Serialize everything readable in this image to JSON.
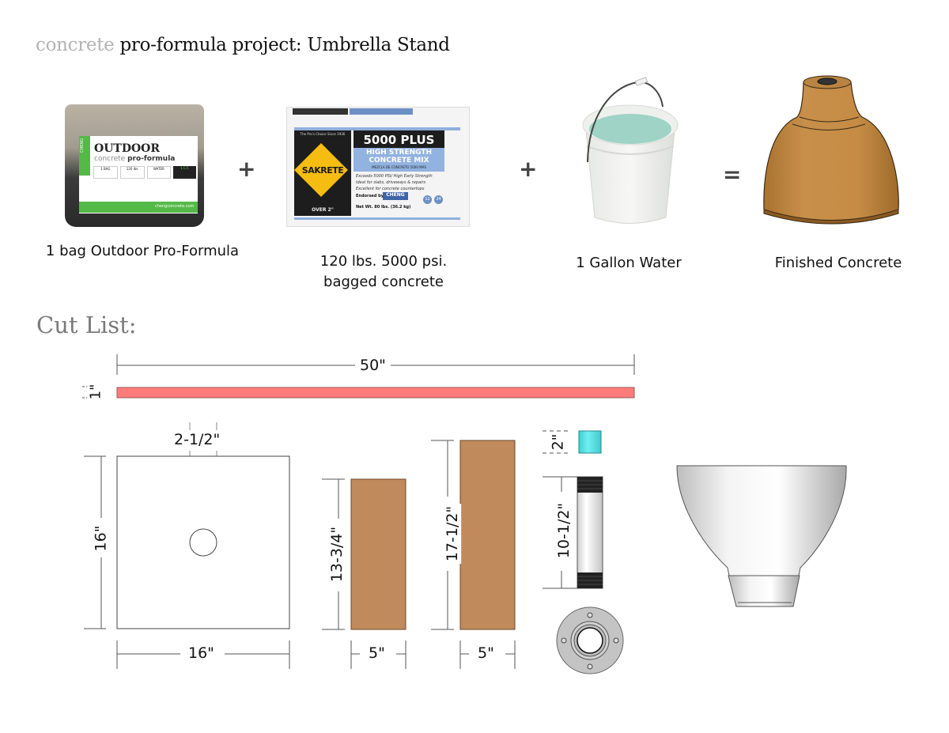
{
  "header": {
    "title_prefix": "concrete",
    "title_main": "pro-formula project:  Umbrella Stand"
  },
  "equation": {
    "items": [
      {
        "name": "outdoor-pro-formula-bag",
        "caption_line1": "1 bag Outdoor Pro-Formula",
        "caption_line2": "",
        "product_text": {
          "brand_side": "CHENG",
          "title": "OUTDOOR",
          "subtitle_muted": "concrete",
          "subtitle": "pro-formula",
          "url": "chengconcrete.com",
          "boxes": [
            "1 BAG",
            "120 lbs",
            "WATER",
            "1 C.F."
          ]
        }
      },
      {
        "name": "bagged-concrete",
        "caption_line1": "120 lbs. 5000 psi.",
        "caption_line2": "bagged concrete",
        "product_text": {
          "tag": "The Pro's Choice Since 1936",
          "brand": "SAKRETE",
          "title": "5000 PLUS",
          "subtitle1": "HIGH STRENGTH",
          "subtitle2": "CONCRETE MIX",
          "spanish": "MEZCLA DE CONCRETO 5000 MÁS",
          "bullets": [
            "Exceeds 5000 PSI/ High Early Strength",
            "Ideal for slabs, driveways & repairs",
            "Excellent for concrete countertops"
          ],
          "endorsed": "Endorsed by",
          "endorser": "CHENG",
          "weight": "Net Wt. 80 lbs. (36.2 kg)",
          "footer": "OVER 2\"",
          "badges": [
            "12",
            "24"
          ]
        }
      },
      {
        "name": "water-bucket",
        "caption_line1": "1 Gallon Water",
        "caption_line2": ""
      },
      {
        "name": "finished-concrete",
        "caption_line1": "Finished Concrete",
        "caption_line2": ""
      }
    ],
    "operators": [
      "+",
      "+",
      "="
    ]
  },
  "cut_list": {
    "heading": "Cut List:",
    "strip": {
      "length": "50\"",
      "width": "1\"",
      "color": "#ff7b7b"
    },
    "base_board": {
      "width": "16\"",
      "height": "16\"",
      "hole": "2-1/2\""
    },
    "side_short": {
      "height": "13-3/4\"",
      "width": "5\"",
      "color": "#c08a5c"
    },
    "side_tall": {
      "height": "17-1/2\"",
      "width": "5\"",
      "color": "#c08a5c"
    },
    "spacer": {
      "height": "2\"",
      "color": "#5fe3e6"
    },
    "pipe": {
      "length": "10-1/2\""
    },
    "flange": {
      "label": "floor flange"
    },
    "mold": {
      "label": "plastic pot mold"
    }
  }
}
